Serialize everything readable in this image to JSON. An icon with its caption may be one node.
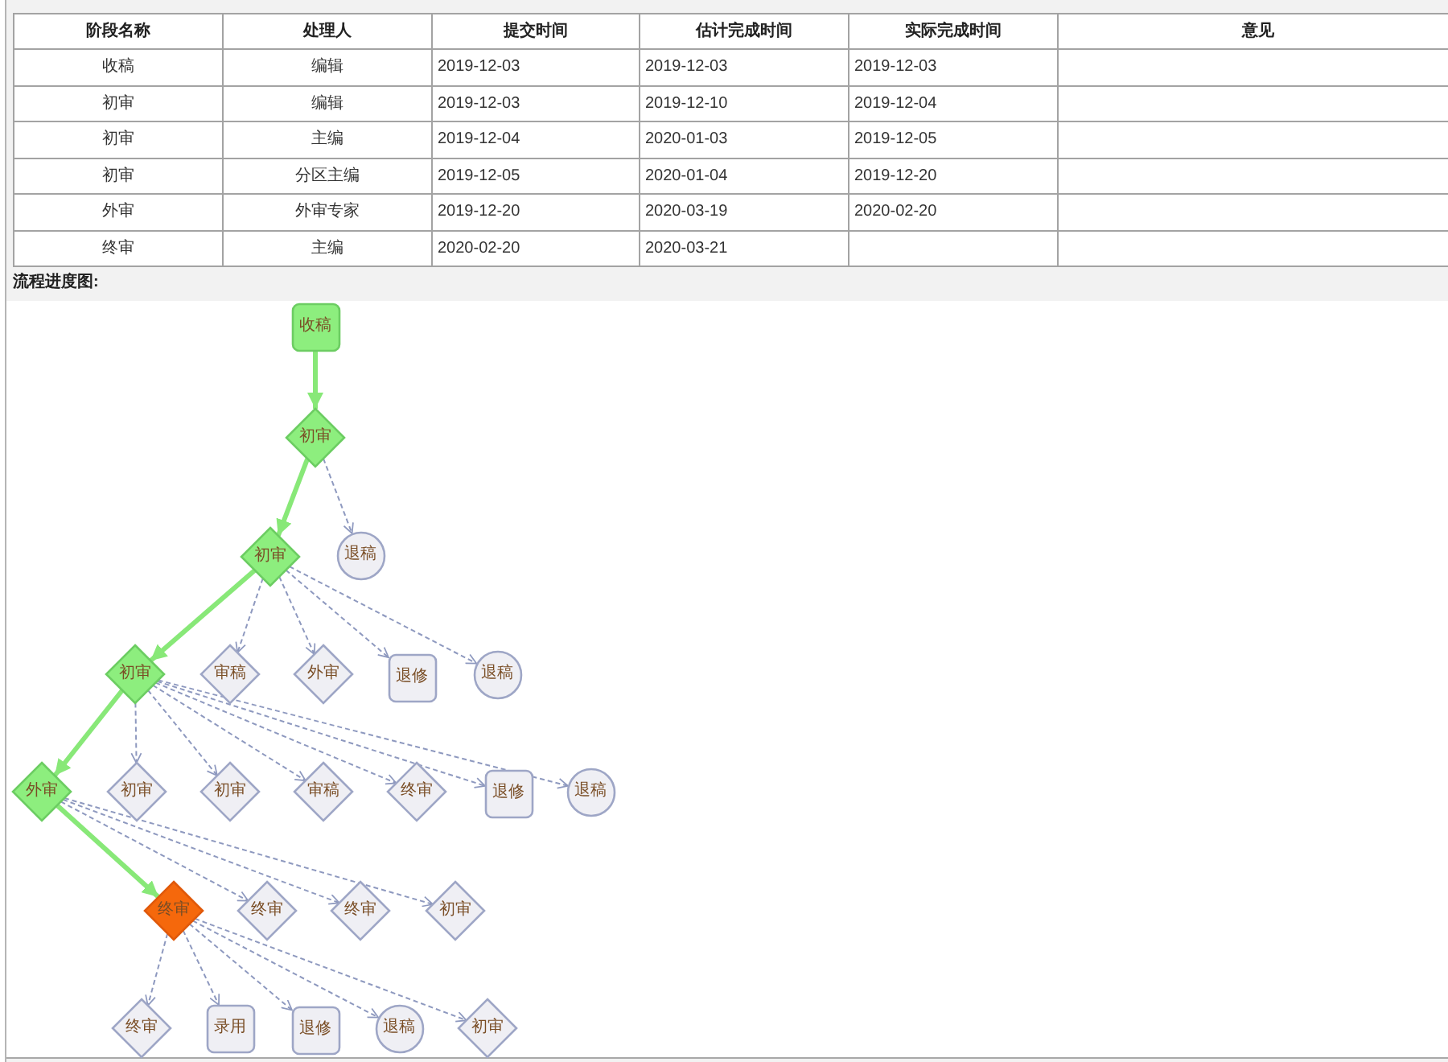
{
  "diagram": {
    "labels": [
      "阶段名称",
      "处理人",
      "提交时间",
      "估计完成时间",
      "实际完成时间",
      "意见",
      "收稿",
      "编辑",
      "2019-12-03",
      "2019-12-03",
      "2019-12-03",
      "初审",
      "编辑",
      "2019-12-03",
      "2019-12-10",
      "2019-12-04",
      "初审",
      "主编",
      "2019-12-04",
      "2020-01-03",
      "2019-12-05",
      "初审",
      "分区主编",
      "2019-12-05",
      "2020-01-04",
      "2019-12-20",
      "外审",
      "外审专家",
      "2019-12-20",
      "2020-03-19",
      "2020-02-20",
      "终审",
      "主编",
      "2020-02-20",
      "2020-03-21",
      "流程进度图:"
    ],
    "nodes": [
      {
        "text": [
          "收稿"
        ]
      },
      {
        "text": [
          "初审"
        ]
      },
      {
        "text": [
          "初审"
        ]
      },
      {
        "text": [
          "退稿"
        ]
      },
      {
        "text": [
          "初审"
        ]
      },
      {
        "text": [
          "审稿"
        ]
      },
      {
        "text": [
          "外审"
        ]
      },
      {
        "text": [
          "退修"
        ]
      },
      {
        "text": [
          "退稿"
        ]
      },
      {
        "text": [
          "外审"
        ]
      },
      {
        "text": [
          "初审"
        ]
      },
      {
        "text": [
          "初审"
        ]
      },
      {
        "text": [
          "审稿"
        ]
      },
      {
        "text": [
          "终审"
        ]
      },
      {
        "text": [
          "退修"
        ]
      },
      {
        "text": [
          "退稿"
        ]
      },
      {
        "text": [
          "终审"
        ]
      },
      {
        "text": [
          "终审"
        ]
      },
      {
        "text": [
          "终审"
        ]
      },
      {
        "text": [
          "初审"
        ]
      },
      {
        "text": [
          "终审"
        ]
      },
      {
        "text": [
          "录用"
        ]
      },
      {
        "text": [
          "退修"
        ]
      },
      {
        "text": [
          "退稿"
        ]
      },
      {
        "text": [
          "初审"
        ]
      }
    ],
    "edges": [
      {
        "from": 0,
        "to": 1,
        "arrow": "to",
        "style": "thick",
        "color": "#88e878"
      },
      {
        "from": 1,
        "to": 2,
        "arrow": "to",
        "style": "thick",
        "color": "#88e878"
      },
      {
        "from": 1,
        "to": 3,
        "arrow": "to",
        "style": "dashed"
      },
      {
        "from": 2,
        "to": 4,
        "arrow": "to",
        "style": "thick",
        "color": "#88e878"
      },
      {
        "from": 2,
        "to": 5,
        "arrow": "to",
        "style": "dashed"
      },
      {
        "from": 2,
        "to": 6,
        "arrow": "to",
        "style": "dashed"
      },
      {
        "from": 2,
        "to": 7,
        "arrow": "to",
        "style": "dashed"
      },
      {
        "from": 2,
        "to": 8,
        "arrow": "to",
        "style": "dashed"
      },
      {
        "from": 4,
        "to": 9,
        "arrow": "to",
        "style": "thick",
        "color": "#88e878"
      },
      {
        "from": 4,
        "to": 10,
        "arrow": "to",
        "style": "dashed"
      },
      {
        "from": 4,
        "to": 11,
        "arrow": "to",
        "style": "dashed"
      },
      {
        "from": 4,
        "to": 12,
        "arrow": "to",
        "style": "dashed"
      },
      {
        "from": 4,
        "to": 13,
        "arrow": "to",
        "style": "dashed"
      },
      {
        "from": 4,
        "to": 14,
        "arrow": "to",
        "style": "dashed"
      },
      {
        "from": 4,
        "to": 15,
        "arrow": "to",
        "style": "dashed"
      },
      {
        "from": 9,
        "to": 16,
        "arrow": "to",
        "style": "thick",
        "color": "#88e878"
      },
      {
        "from": 9,
        "to": 17,
        "arrow": "to",
        "style": "dashed"
      },
      {
        "from": 9,
        "to": 18,
        "arrow": "to",
        "style": "dashed"
      },
      {
        "from": 9,
        "to": 19,
        "arrow": "to",
        "style": "dashed"
      },
      {
        "from": 16,
        "to": 20,
        "arrow": "to",
        "style": "dashed"
      },
      {
        "from": 16,
        "to": 21,
        "arrow": "to",
        "style": "dashed"
      },
      {
        "from": 16,
        "to": 22,
        "arrow": "to",
        "style": "dashed"
      },
      {
        "from": 16,
        "to": 23,
        "arrow": "to",
        "style": "dashed"
      },
      {
        "from": 16,
        "to": 24,
        "arrow": "to",
        "style": "dashed"
      }
    ]
  }
}
